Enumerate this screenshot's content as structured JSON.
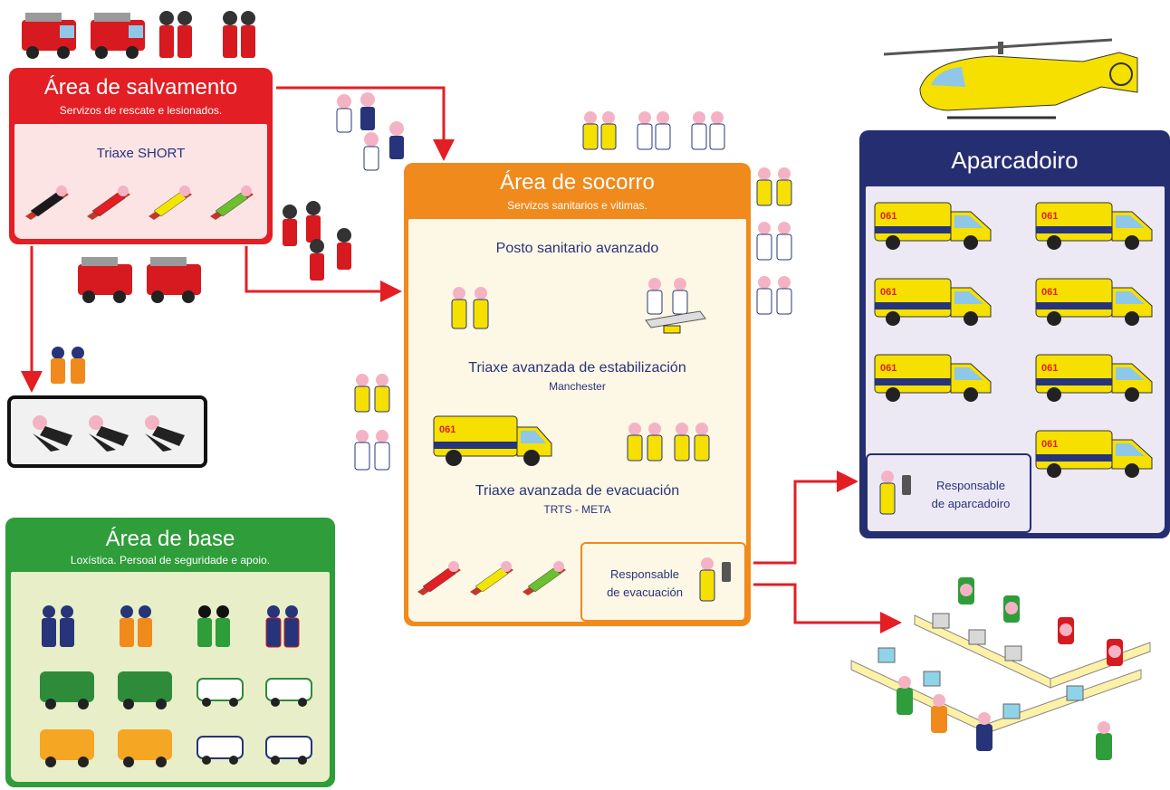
{
  "areas": {
    "salvamento": {
      "title": "Área de salvamento",
      "subtitle": "Servizos de rescate e lesionados.",
      "triage_label": "Triaxe SHORT",
      "patient_colors": [
        "#1a1a1a",
        "#e31e24",
        "#f2e600",
        "#6cbf2e"
      ]
    },
    "socorro": {
      "title": "Área de socorro",
      "subtitle": "Servizos sanitarios e vitimas.",
      "posto": "Posto sanitario avanzado",
      "triaxe_estab": "Triaxe avanzada de estabilización",
      "triaxe_estab_method": "Manchester",
      "triaxe_evac": "Triaxe avanzada de evacuación",
      "triaxe_evac_method": "TRTS - META",
      "responsable_line1": "Responsable",
      "responsable_line2": "de evacuación",
      "patient_colors": [
        "#e31e24",
        "#f2e600",
        "#6cbf2e"
      ]
    },
    "base": {
      "title": "Área de base",
      "subtitle": "Loxística. Persoal de seguridade e apoio."
    },
    "aparcadoiro": {
      "title": "Aparcadoiro",
      "responsable_line1": "Responsable",
      "responsable_line2": "de aparcadoiro"
    }
  },
  "icons": {
    "ambulance_brand": "061"
  },
  "colors": {
    "salvamento": "#e31e24",
    "socorro": "#f08a1c",
    "base": "#2e9d3a",
    "aparcadoiro": "#262e72",
    "arrow": "#e31e24",
    "ambulance": "#f5e000",
    "text_blue": "#27347a"
  }
}
